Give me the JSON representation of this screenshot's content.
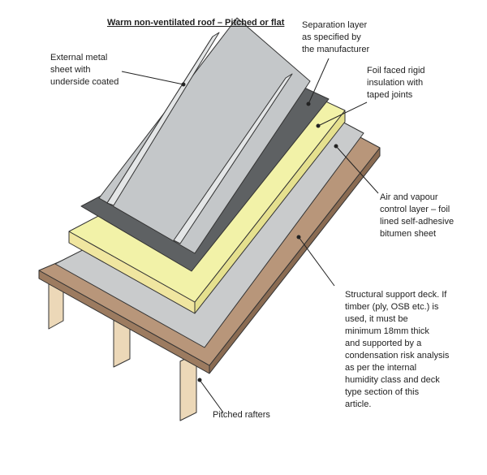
{
  "title": "Warm non-ventilated roof – Pitched or flat",
  "labels": {
    "metal_sheet": "External metal\nsheet with\nunderside coated",
    "separation": "Separation layer\nas specified by\nthe manufacturer",
    "insulation": "Foil faced rigid\ninsulation with\ntaped joints",
    "avcl": "Air and vapour\ncontrol layer – foil\nlined self-adhesive\nbitumen sheet",
    "deck": "Structural support deck. If\ntimber (ply, OSB etc.) is\nused, it must be\nminimum 18mm thick\nand supported by a\ncondensation risk analysis\nas per the internal\nhumidity class and deck\ntype section of this\narticle.",
    "rafters": "Pitched rafters"
  },
  "colors": {
    "deck": "#b8967a",
    "avcl": "#c9cbcc",
    "insulation": "#f2f2a8",
    "separation": "#5e6163",
    "metal": "#c4c7c9",
    "rafter": "#ecd8b8"
  }
}
